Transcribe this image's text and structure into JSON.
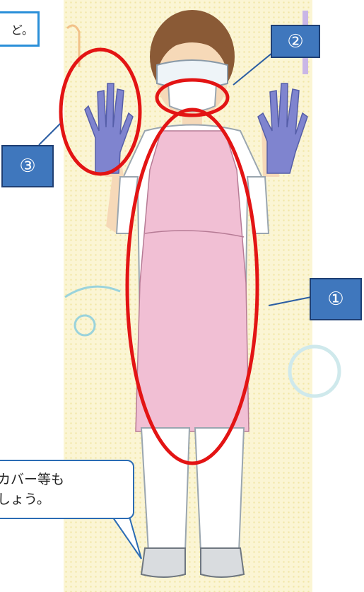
{
  "top_note": {
    "text": "ど。"
  },
  "labels": {
    "apron": "①",
    "goggles_mask": "②",
    "gloves": "③"
  },
  "callout": {
    "line1": "カバー等も",
    "line2": "しょう。"
  },
  "colors": {
    "label_fill": "#3f77bd",
    "highlight_ring": "#e31414",
    "apron": "#f1bfd4",
    "gloves": "#7f84cf",
    "background_dots": "#fbf5d4"
  }
}
